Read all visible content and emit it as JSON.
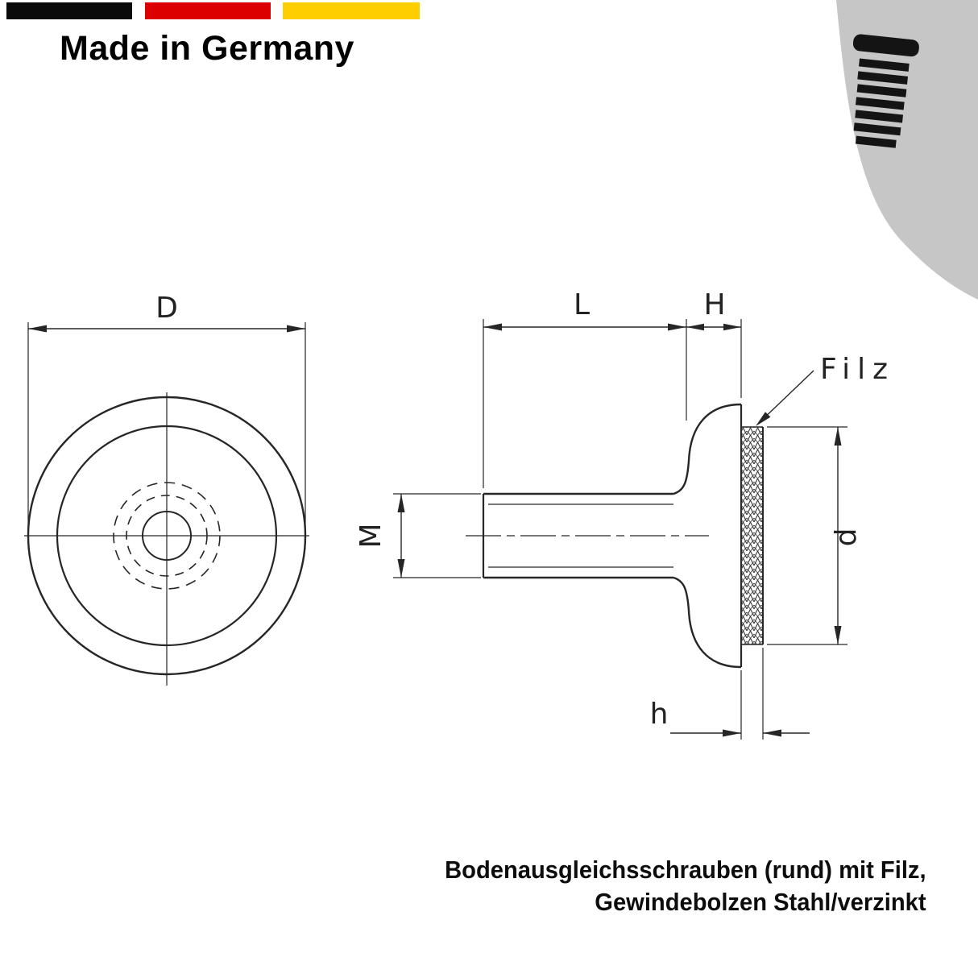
{
  "header": {
    "made_in": "Made in Germany"
  },
  "flag_colors": {
    "black": "#0a0a0a",
    "red": "#dd0000",
    "gold": "#ffce00"
  },
  "corner": {
    "background": "#c6c6c6",
    "icon": "screw-side-view"
  },
  "drawing": {
    "line_color": "#262626",
    "labels": {
      "D": "D",
      "L": "L",
      "H": "H",
      "M": "M",
      "d": "d",
      "h": "h",
      "filz": "Filz"
    }
  },
  "caption": {
    "line1": "Bodenausgleichsschrauben (rund) mit Filz,",
    "line2": "Gewindebolzen Stahl/verzinkt"
  }
}
